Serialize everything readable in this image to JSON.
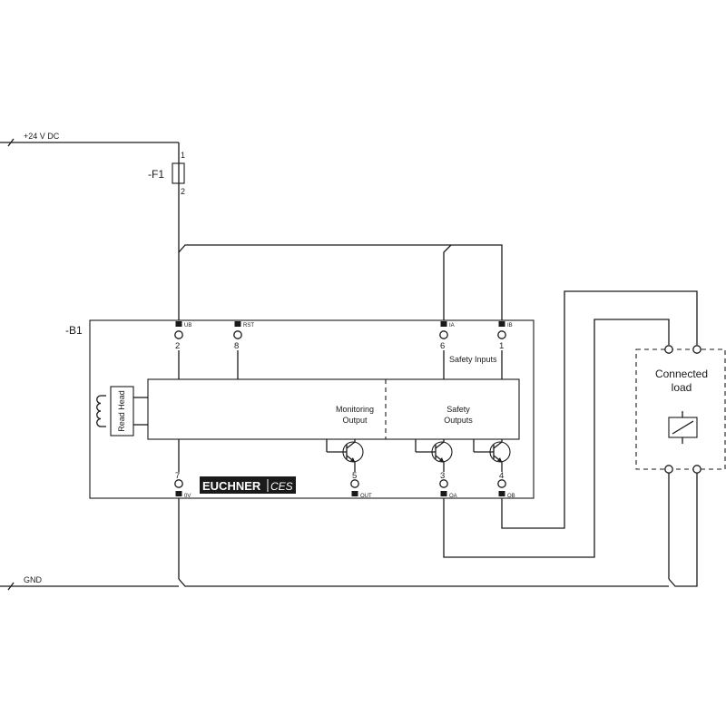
{
  "rails": {
    "supply": "+24 V DC",
    "ground": "GND"
  },
  "fuse": {
    "tag": "-F1",
    "pin_top": "1",
    "pin_bottom": "2"
  },
  "device": {
    "tag": "-B1",
    "read_head": "Read Head",
    "safety_inputs": "Safety Inputs",
    "monitoring_output": [
      "Monitoring",
      "Output"
    ],
    "safety_outputs": [
      "Safety",
      "Outputs"
    ],
    "logo_brand": "EUCHNER",
    "logo_product": "CES"
  },
  "terminals_top": [
    {
      "num": "2",
      "sig": "UB"
    },
    {
      "num": "8",
      "sig": "RST"
    },
    {
      "num": "6",
      "sig": "IA"
    },
    {
      "num": "1",
      "sig": "IB"
    }
  ],
  "terminals_bottom": [
    {
      "num": "7",
      "sig": "0V"
    },
    {
      "num": "5",
      "sig": "OUT"
    },
    {
      "num": "3",
      "sig": "OA"
    },
    {
      "num": "4",
      "sig": "OB"
    }
  ],
  "load": {
    "label": [
      "Connected",
      "load"
    ]
  }
}
